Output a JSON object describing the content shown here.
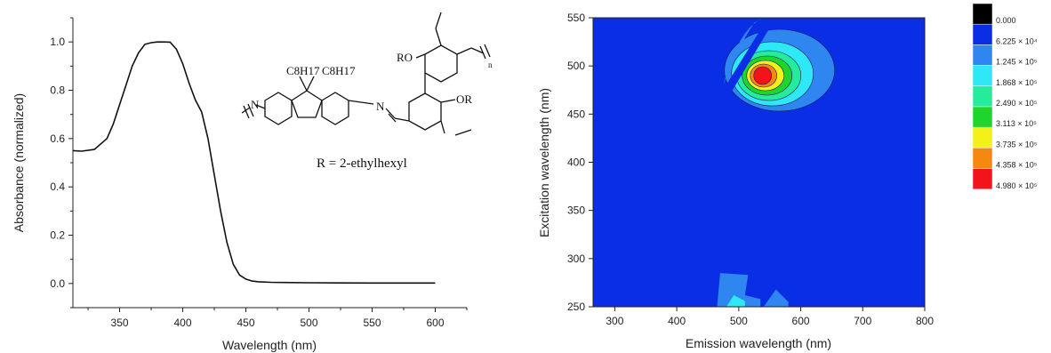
{
  "chart_data": [
    {
      "type": "line",
      "title": "",
      "xlabel": "Wavelength (nm)",
      "ylabel": "Absorbance (normalized)",
      "xlim": [
        313,
        625
      ],
      "ylim": [
        -0.1,
        1.1
      ],
      "xticks": [
        350,
        400,
        450,
        500,
        550,
        600
      ],
      "yticks": [
        0.0,
        0.2,
        0.4,
        0.6,
        0.8,
        1.0
      ],
      "tick_labels_x": [
        "350",
        "400",
        "450",
        "500",
        "550",
        "600"
      ],
      "tick_labels_y": [
        "0.0",
        "0.2",
        "0.4",
        "0.6",
        "0.8",
        "1.0"
      ],
      "grid": false,
      "series": [
        {
          "color": "#111111",
          "x": [
            313,
            320,
            330,
            340,
            345,
            350,
            355,
            360,
            365,
            370,
            375,
            380,
            385,
            390,
            395,
            400,
            405,
            410,
            415,
            420,
            425,
            430,
            435,
            440,
            445,
            450,
            455,
            460,
            470,
            480,
            500,
            550,
            600
          ],
          "y": [
            0.55,
            0.548,
            0.555,
            0.6,
            0.66,
            0.74,
            0.82,
            0.9,
            0.955,
            0.99,
            0.997,
            1.0,
            1.0,
            0.999,
            0.97,
            0.91,
            0.83,
            0.76,
            0.71,
            0.6,
            0.45,
            0.3,
            0.17,
            0.08,
            0.035,
            0.018,
            0.01,
            0.007,
            0.005,
            0.004,
            0.003,
            0.002,
            0.002
          ]
        }
      ],
      "inset_structure": {
        "labels": [
          "C8H17",
          "C8H17",
          "RO",
          "OR",
          "n",
          "N",
          "N"
        ],
        "caption": "R = 2-ethylhexyl"
      }
    },
    {
      "type": "heatmap",
      "title": "",
      "xlabel": "Emission wavelength (nm)",
      "ylabel": "Excitation wavelength (nm)",
      "xlim": [
        265,
        800
      ],
      "ylim": [
        250,
        550
      ],
      "xticks": [
        300,
        400,
        500,
        600,
        700,
        800
      ],
      "yticks": [
        250,
        300,
        350,
        400,
        450,
        500,
        550
      ],
      "tick_labels_x": [
        "300",
        "400",
        "500",
        "600",
        "700",
        "800"
      ],
      "tick_labels_y": [
        "250",
        "300",
        "350",
        "400",
        "450",
        "500",
        "550"
      ],
      "grid": false,
      "peak": {
        "emission": 540,
        "excitation": 490
      },
      "colorbar": {
        "placement": "right",
        "levels": [
          {
            "label": "0.000",
            "color": "#000000"
          },
          {
            "label": "6.225 × 10⁴",
            "color": "#0a2ee6"
          },
          {
            "label": "1.245 × 10⁵",
            "color": "#2f86f0"
          },
          {
            "label": "1.868 × 10⁵",
            "color": "#2ee8f5"
          },
          {
            "label": "2.490 × 10⁵",
            "color": "#25ec9a"
          },
          {
            "label": "3.113 × 10⁵",
            "color": "#1ed62b"
          },
          {
            "label": "3.735 × 10⁵",
            "color": "#f4f01a"
          },
          {
            "label": "4.358 × 10⁵",
            "color": "#f7880f"
          },
          {
            "label": "4.980 × 10⁵",
            "color": "#f2141a"
          }
        ]
      }
    }
  ]
}
